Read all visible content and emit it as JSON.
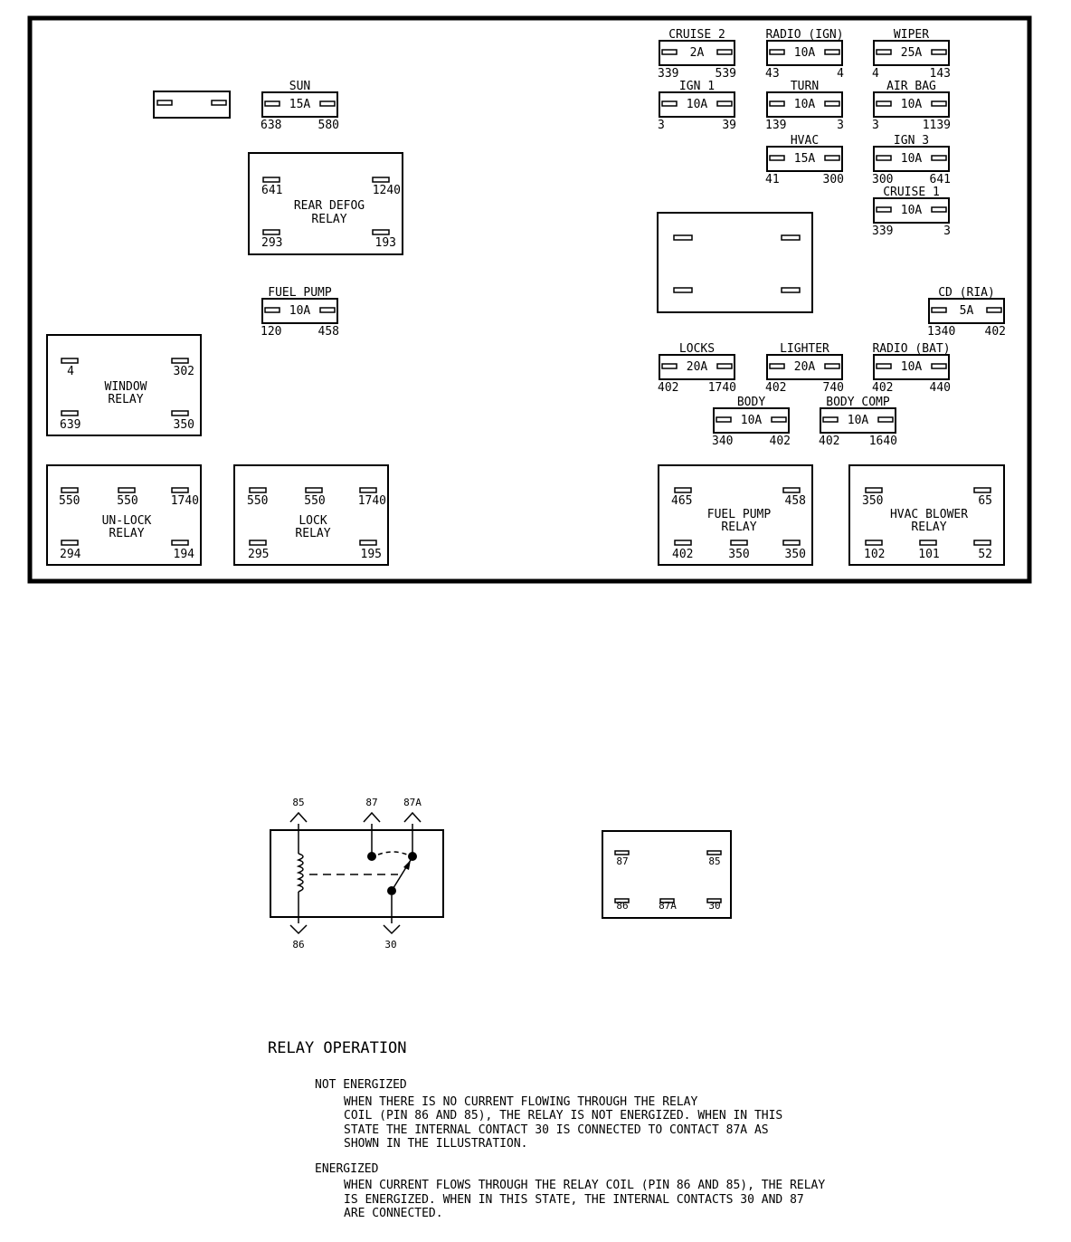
{
  "fuses": [
    {
      "name": "CRUISE 2",
      "amp": "2A",
      "left": "339",
      "right": "539"
    },
    {
      "name": "RADIO (IGN)",
      "amp": "10A",
      "left": "43",
      "right": "4"
    },
    {
      "name": "WIPER",
      "amp": "25A",
      "left": "4",
      "right": "143"
    },
    {
      "name": "SUN",
      "amp": "15A",
      "left": "638",
      "right": "580"
    },
    {
      "name": "IGN 1",
      "amp": "10A",
      "left": "3",
      "right": "39"
    },
    {
      "name": "TURN",
      "amp": "10A",
      "left": "139",
      "right": "3"
    },
    {
      "name": "AIR BAG",
      "amp": "10A",
      "left": "3",
      "right": "1139"
    },
    {
      "name": "HVAC",
      "amp": "15A",
      "left": "41",
      "right": "300"
    },
    {
      "name": "IGN 3",
      "amp": "10A",
      "left": "300",
      "right": "641"
    },
    {
      "name": "CRUISE 1",
      "amp": "10A",
      "left": "339",
      "right": "3"
    },
    {
      "name": "FUEL PUMP",
      "amp": "10A",
      "left": "120",
      "right": "458"
    },
    {
      "name": "CD (RIA)",
      "amp": "5A",
      "left": "1340",
      "right": "402"
    },
    {
      "name": "LOCKS",
      "amp": "20A",
      "left": "402",
      "right": "1740"
    },
    {
      "name": "LIGHTER",
      "amp": "20A",
      "left": "402",
      "right": "740"
    },
    {
      "name": "RADIO (BAT)",
      "amp": "10A",
      "left": "402",
      "right": "440"
    },
    {
      "name": "BODY",
      "amp": "10A",
      "left": "340",
      "right": "402"
    },
    {
      "name": "BODY COMP",
      "amp": "10A",
      "left": "402",
      "right": "1640"
    }
  ],
  "relays": {
    "rear_defog": {
      "l1": "REAR DEFOG",
      "l2": "RELAY",
      "tl": "641",
      "tr": "1240",
      "bl": "293",
      "br": "193"
    },
    "window": {
      "l1": "WINDOW",
      "l2": "RELAY",
      "tl": "4",
      "tr": "302",
      "bl": "639",
      "br": "350"
    },
    "unlock": {
      "l1": "UN-LOCK",
      "l2": "RELAY",
      "tl": "550",
      "tm": "550",
      "tr": "1740",
      "bl": "294",
      "br": "194"
    },
    "lock": {
      "l1": "LOCK",
      "l2": "RELAY",
      "tl": "550",
      "tm": "550",
      "tr": "1740",
      "bl": "295",
      "br": "195"
    },
    "fuel_pump": {
      "l1": "FUEL PUMP",
      "l2": "RELAY",
      "tl": "465",
      "tr": "458",
      "bl": "402",
      "bm": "350",
      "br": "350"
    },
    "hvac_blower": {
      "l1": "HVAC BLOWER",
      "l2": "RELAY",
      "tl": "350",
      "tr": "65",
      "bl": "102",
      "bm": "101",
      "br": "52"
    }
  },
  "relay_schematic": {
    "p85": "85",
    "p87": "87",
    "p87a": "87A",
    "p86": "86",
    "p30": "30"
  },
  "relay_pinout": {
    "tl": "87",
    "tr": "85",
    "bl": "86",
    "bm": "87A",
    "br": "30"
  },
  "text": {
    "heading": "RELAY OPERATION",
    "ne_title": "NOT ENERGIZED",
    "ne_lines": [
      "WHEN THERE IS NO CURRENT FLOWING THROUGH THE RELAY",
      "COIL (PIN 86 AND 85), THE RELAY IS NOT ENERGIZED.  WHEN IN THIS",
      "STATE THE INTERNAL CONTACT 30 IS CONNECTED TO CONTACT 87A AS",
      "SHOWN IN THE ILLUSTRATION."
    ],
    "e_title": "ENERGIZED",
    "e_lines": [
      "WHEN CURRENT FLOWS THROUGH THE RELAY COIL (PIN 86 AND 85), THE RELAY",
      "IS ENERGIZED.  WHEN IN THIS STATE, THE INTERNAL CONTACTS 30 AND 87",
      "ARE CONNECTED."
    ]
  }
}
